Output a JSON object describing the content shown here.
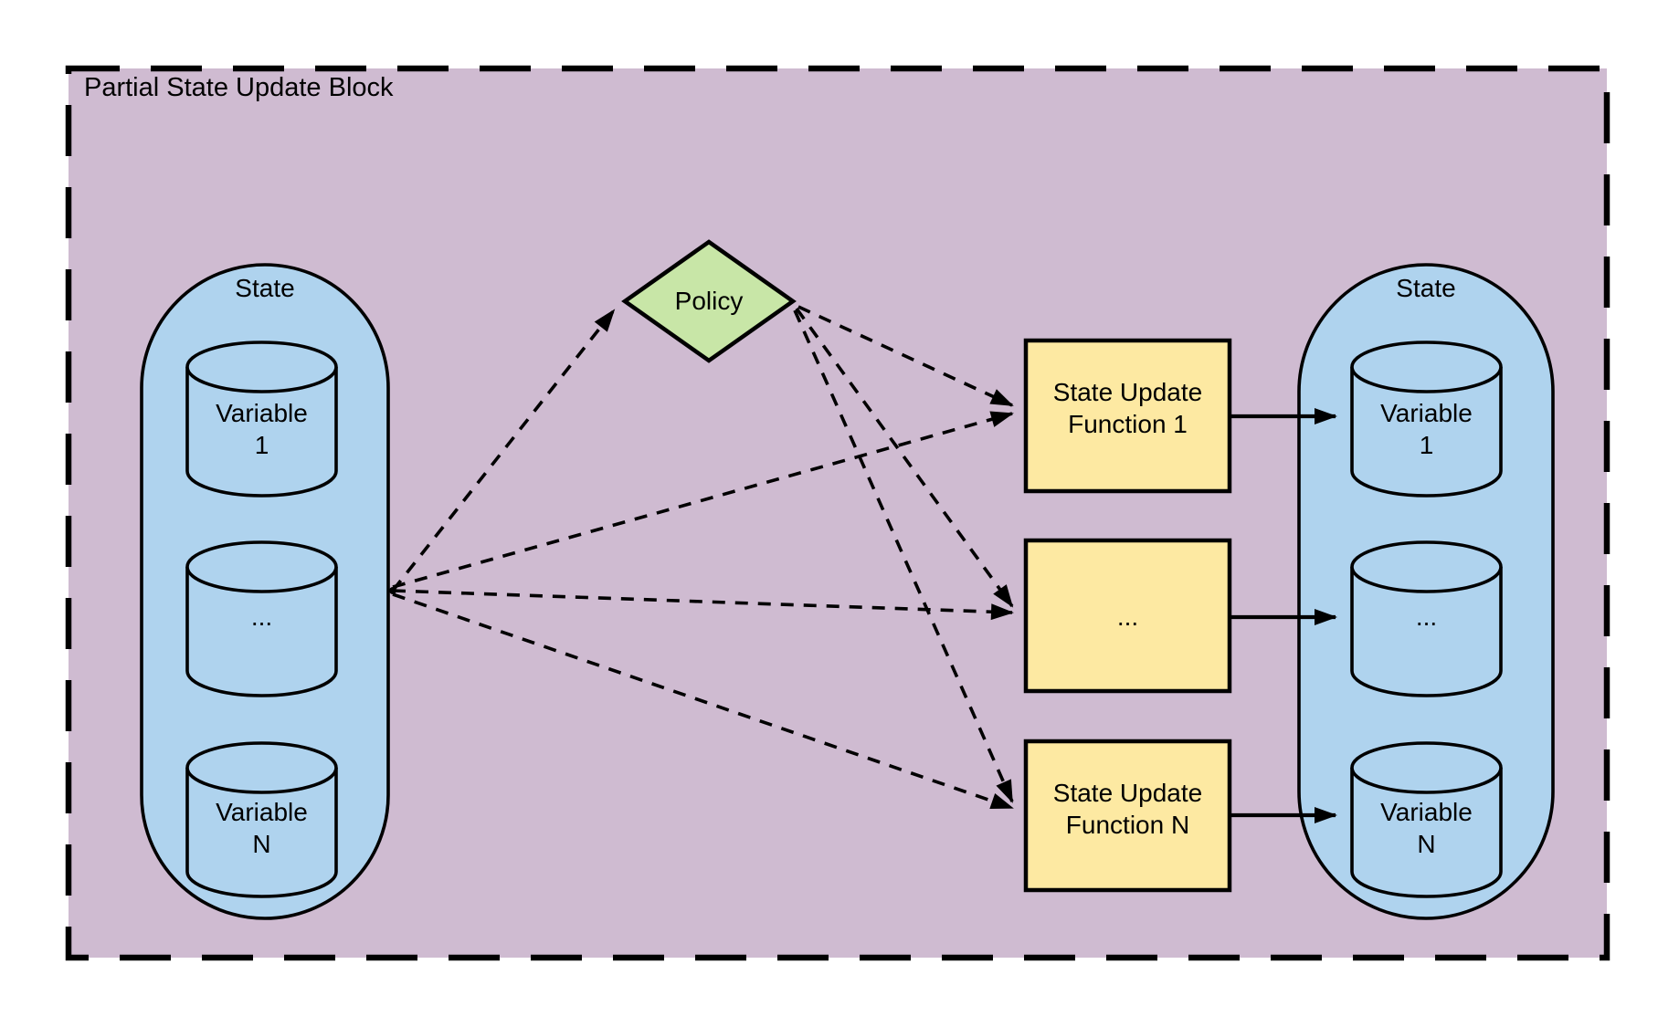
{
  "diagram": {
    "title": "Partial State Update Block",
    "colors": {
      "container_fill": "#CFBBD1",
      "state_fill": "#AFD3EE",
      "policy_fill": "#C8E6A7",
      "function_fill": "#FDE9A2",
      "stroke": "#000000"
    },
    "left_state": {
      "label": "State",
      "variables": [
        {
          "label": "Variable\n1"
        },
        {
          "label": "..."
        },
        {
          "label": "Variable\nN"
        }
      ]
    },
    "policy": {
      "label": "Policy"
    },
    "functions": [
      {
        "label": "State Update\nFunction 1"
      },
      {
        "label": "..."
      },
      {
        "label": "State Update\nFunction N"
      }
    ],
    "right_state": {
      "label": "State",
      "variables": [
        {
          "label": "Variable\n1"
        },
        {
          "label": "..."
        },
        {
          "label": "Variable\nN"
        }
      ]
    }
  }
}
